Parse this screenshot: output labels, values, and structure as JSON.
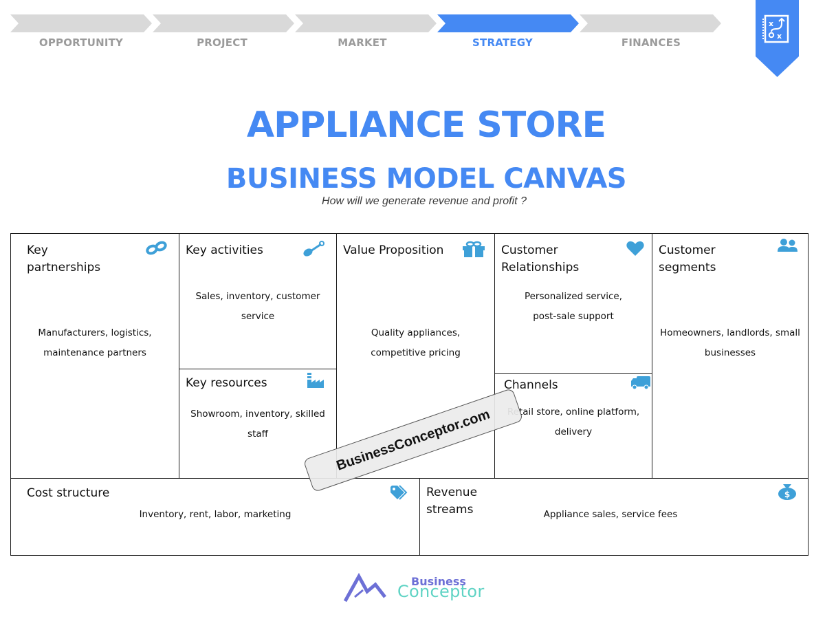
{
  "stepper": {
    "steps": [
      {
        "label": "OPPORTUNITY",
        "active": false
      },
      {
        "label": "PROJECT",
        "active": false
      },
      {
        "label": "MARKET",
        "active": false
      },
      {
        "label": "STRATEGY",
        "active": true
      },
      {
        "label": "FINANCES",
        "active": false
      }
    ],
    "colors": {
      "inactive": "#d9d9d9",
      "active": "#4589f3",
      "inactive_text": "#9b9b9b"
    }
  },
  "badge": {
    "icon": "strategy-board-icon",
    "color": "#4589f3"
  },
  "header": {
    "title": "APPLIANCE STORE",
    "subtitle": "BUSINESS MODEL CANVAS",
    "tagline": "How will we generate revenue and profit ?"
  },
  "canvas": {
    "key_partnerships": {
      "title": "Key\npartnerships",
      "title_line1": "Key",
      "title_line2": "partnerships",
      "icon": "chain-link-icon",
      "body_line1": "Manufacturers, logistics,",
      "body_line2": "maintenance partners"
    },
    "key_activities": {
      "title": "Key activities",
      "icon": "shovel-icon",
      "body_line1": "Sales, inventory, customer",
      "body_line2": "service"
    },
    "key_resources": {
      "title": "Key resources",
      "icon": "factory-icon",
      "body_line1": "Showroom, inventory, skilled",
      "body_line2": "staff"
    },
    "value_proposition": {
      "title": "Value Proposition",
      "icon": "gift-icon",
      "body_line1": "Quality appliances,",
      "body_line2": "competitive pricing"
    },
    "customer_relationships": {
      "title_line1": "Customer",
      "title_line2": "Relationships",
      "icon": "heart-icon",
      "body_line1": "Personalized service,",
      "body_line2": "post-sale support"
    },
    "channels": {
      "title": "Channels",
      "icon": "truck-icon",
      "body_line1": "Retail store, online platform,",
      "body_line2": "delivery"
    },
    "customer_segments": {
      "title_line1": "Customer",
      "title_line2": "segments",
      "icon": "users-icon",
      "body_line1": "Homeowners, landlords, small",
      "body_line2": "businesses"
    },
    "cost_structure": {
      "title": "Cost structure",
      "icon": "price-tag-icon",
      "body": "Inventory, rent, labor, marketing"
    },
    "revenue_streams": {
      "title_line1": "Revenue",
      "title_line2": "streams",
      "icon": "money-bag-icon",
      "body": "Appliance sales, service fees"
    },
    "icon_color": "#3ea0d8"
  },
  "watermark": {
    "text": "BusinessConceptor.com"
  },
  "footer": {
    "logo_line1": "Business",
    "logo_line2": "Conceptor"
  }
}
